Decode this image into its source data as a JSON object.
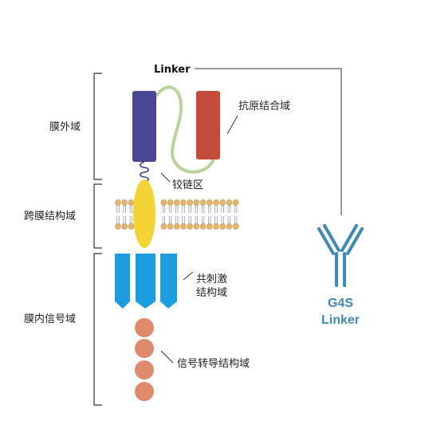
{
  "labels": {
    "linker": "Linker",
    "antigen_binding_domain": "抗原结合域",
    "hinge": "铰链区",
    "extracellular_domain": "膜外域",
    "transmembrane_domain": "跨膜结构域",
    "intracellular_domain": "膜内信号域",
    "costim_line1": "共刺激",
    "costim_line2": "结构域",
    "signal_transduction_domain": "信号转导结构域",
    "g4s_line1": "G4S",
    "g4s_line2": "Linker"
  },
  "colors": {
    "vh_block": "#4a4795",
    "vl_block": "#c24b3a",
    "linker_curve": "#b9d49a",
    "hinge_coil": "#3b3f8f",
    "transmembrane": "#f3d335",
    "membrane_head": "#e9b56c",
    "costim": "#1b9de0",
    "signal_circle": "#de8a6c",
    "antibody": "#3f89b5",
    "bracket": "#333333"
  },
  "counts": {
    "signal_circles": 4,
    "costim_blocks": 3
  }
}
